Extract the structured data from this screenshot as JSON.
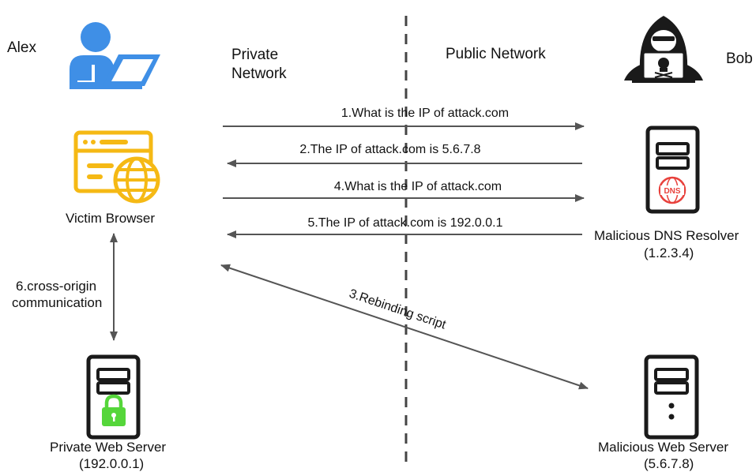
{
  "actors": {
    "alex": "Alex",
    "bob": "Bob"
  },
  "zones": {
    "private": [
      "Private",
      "Network"
    ],
    "public": "Public Network"
  },
  "nodes": {
    "victim_browser": "Victim Browser",
    "dns_resolver": [
      "Malicious DNS Resolver",
      "(1.2.3.4)"
    ],
    "private_server": [
      "Private Web Server",
      "(192.0.0.1)"
    ],
    "malicious_server": [
      "Malicious Web Server",
      "(5.6.7.8)"
    ]
  },
  "dns_badge": "DNS",
  "messages": [
    "1.What is the IP of attack.com",
    "2.The IP of attack.com is 5.6.7.8",
    "4.What is the IP of attack.com",
    "5.The IP of attack.com is 192.0.0.1"
  ],
  "rebinding": "3.Rebinding script",
  "cross_origin": [
    "6.cross-origin",
    "communication"
  ],
  "colors": {
    "user_blue": "#3f8fe6",
    "browser_yellow": "#f5b915",
    "server_black": "#1a1a1a",
    "lock_green": "#55d63a",
    "dns_red": "#e8413c",
    "arrow_gray": "#555555"
  }
}
